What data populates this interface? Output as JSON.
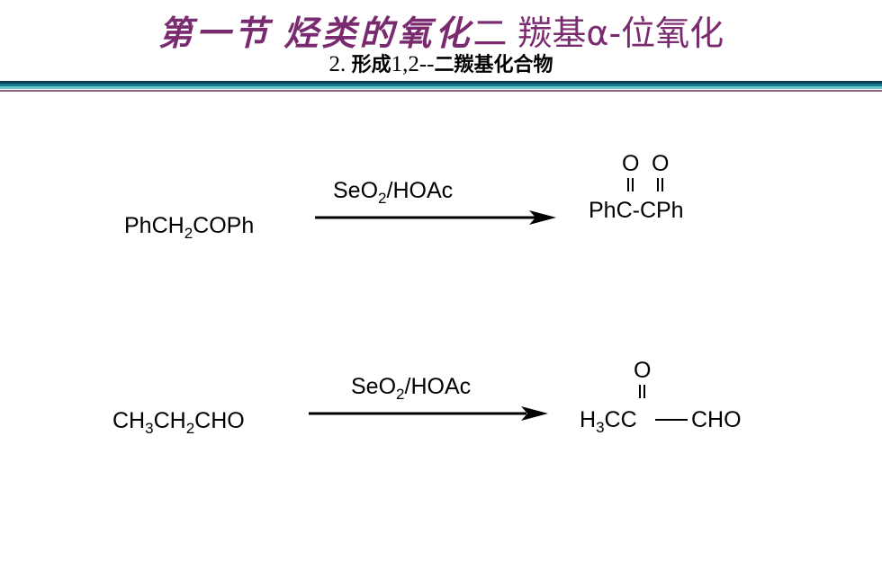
{
  "title": {
    "part_a": "第一节 烃类的氧化",
    "part_b": "二 羰基α-位氧化",
    "subtitle_num": "2.",
    "subtitle_text": "形成",
    "subtitle_nums": "1,2--",
    "subtitle_text2": "二羰基化合物"
  },
  "reaction1": {
    "reactant": {
      "a": "PhCH",
      "sub": "2",
      "b": "COPh"
    },
    "reagent": {
      "a": "SeO",
      "sub": "2",
      "b": "/HOAc"
    },
    "product": {
      "o1": "O",
      "o2": "O",
      "text": "PhC-CPh"
    }
  },
  "reaction2": {
    "reactant": {
      "a": "CH",
      "sub1": "3",
      "b": "CH",
      "sub2": "2",
      "c": "CHO"
    },
    "reagent": {
      "a": "SeO",
      "sub": "2",
      "b": "/HOAc"
    },
    "product": {
      "o": "O",
      "a": "H",
      "sub": "3",
      "b": "CC",
      "c": "CHO"
    }
  },
  "colors": {
    "title": "#7a2a6e",
    "rule_dark": "#0c3f57",
    "rule_mid": "#147b8a",
    "rule_light": "#6bc6cf",
    "rule_accent": "#8b5f7f"
  }
}
